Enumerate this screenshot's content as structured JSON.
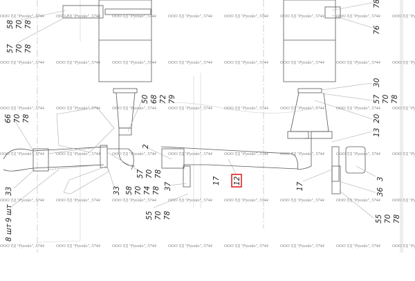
{
  "watermark": "ООО ТД \"Русойл\", 5744",
  "callouts": {
    "c58a": "58",
    "c70a": "70",
    "c78a": "78",
    "c57a": "57",
    "c70b": "70",
    "c78b": "78",
    "c66": "66",
    "c70c": "70",
    "c78c": "78",
    "c50": "50",
    "c68": "68",
    "c72": "72",
    "c79": "79",
    "c7top": "78",
    "c76": "76",
    "c30": "30",
    "c57b": "57",
    "c70d": "70",
    "c78d": "78",
    "c20": "20",
    "c13": "13",
    "c2": "2",
    "c57c": "57",
    "c70e": "70",
    "c78e": "78",
    "c33a": "33",
    "c58b": "58",
    "c70f": "70",
    "c74": "74",
    "c78f": "78",
    "c37": "37",
    "c55a": "55",
    "c70g": "70",
    "c78g": "78",
    "c33b": "33",
    "c9": "9 шт",
    "c8": "8 шт",
    "c17a": "17",
    "c12": "12",
    "c17b": "17",
    "c3": "3",
    "c36": "36",
    "c55b": "55",
    "c70h": "70",
    "c78h": "78"
  },
  "highlight_color": "#e02020"
}
